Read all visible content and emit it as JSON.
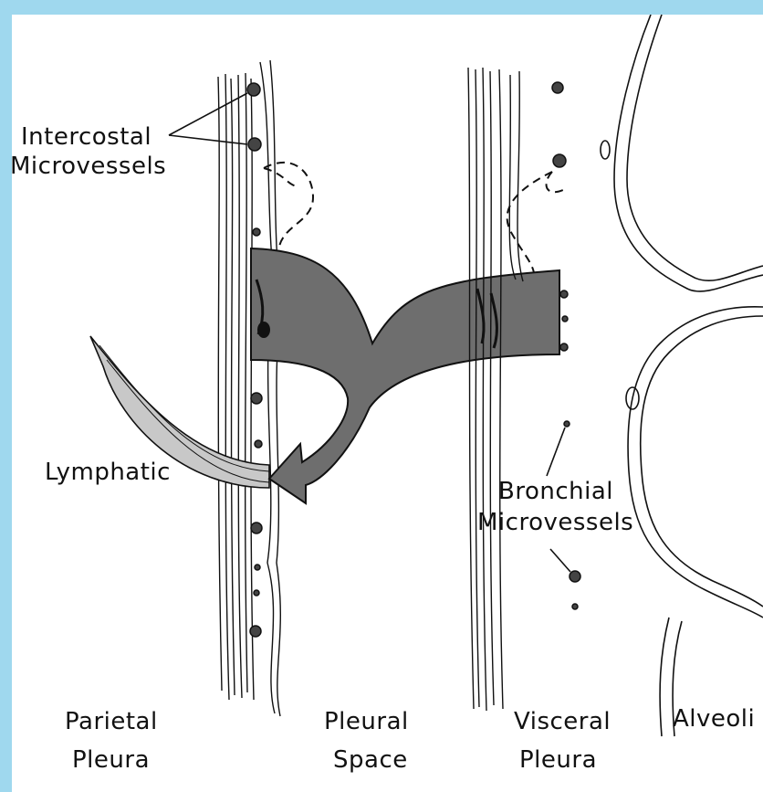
{
  "labels": {
    "intercostal_line1": "Intercostal",
    "intercostal_line2": "Microvessels",
    "lymphatic": "Lymphatic",
    "bronchial_line1": "Bronchial",
    "bronchial_line2": "Microvessels",
    "parietal_line1": "Parietal",
    "parietal_line2": "Pleura",
    "pleural_space_line1": "Pleural",
    "pleural_space_line2": "Space",
    "visceral_line1": "Visceral",
    "visceral_line2": "Pleura",
    "alveoli": "Alveoli"
  },
  "colors": {
    "background_frame": "#9fd8ee",
    "fluid_arrow": "#6e6e6e",
    "lymphatic_fill": "#c8c8c8",
    "ink": "#111111"
  }
}
